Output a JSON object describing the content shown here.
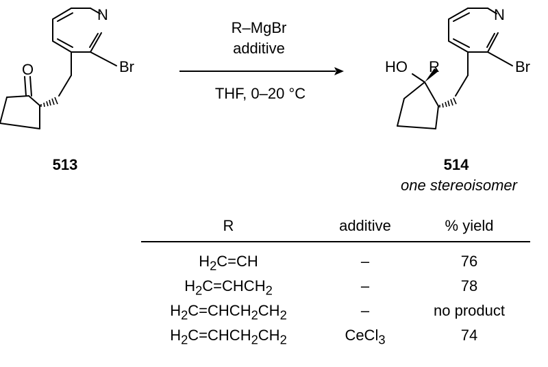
{
  "scheme": {
    "reagents": {
      "above_line1": "R–MgBr",
      "above_line2": "additive",
      "below": "THF, 0–20 °C"
    },
    "start": {
      "id": "513",
      "atom_labels": {
        "oxygen": "O",
        "nitrogen": "N",
        "bromine": "Br"
      }
    },
    "product": {
      "id": "514",
      "note": "one stereoisomer",
      "atom_labels": {
        "hydroxyl": "HO",
        "r_group": "R",
        "nitrogen": "N",
        "bromine": "Br"
      }
    }
  },
  "table": {
    "headers": [
      "R",
      "additive",
      "% yield"
    ],
    "rows": [
      {
        "r": [
          "H",
          "2",
          "C=CH"
        ],
        "additive": [
          "–"
        ],
        "yield": "76"
      },
      {
        "r": [
          "H",
          "2",
          "C=CHCH",
          "2",
          ""
        ],
        "additive": [
          "–"
        ],
        "yield": "78"
      },
      {
        "r": [
          "H",
          "2",
          "C=CHCH",
          "2",
          "CH",
          "2",
          ""
        ],
        "additive": [
          "–"
        ],
        "yield": "no product"
      },
      {
        "r": [
          "H",
          "2",
          "C=CHCH",
          "2",
          "CH",
          "2",
          ""
        ],
        "additive": [
          "CeCl",
          "3",
          ""
        ],
        "yield": "74"
      }
    ]
  }
}
